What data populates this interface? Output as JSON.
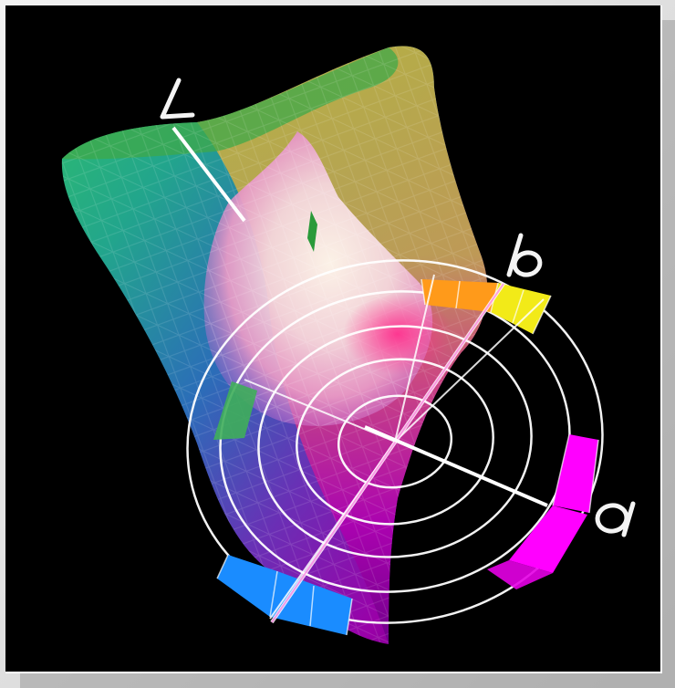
{
  "figure": {
    "axis_labels": {
      "l": "L",
      "a": "a",
      "b": "b"
    },
    "colors": {
      "background": "#000000",
      "frame": "#e6e6e6",
      "green": "#3fae5a",
      "yellow": "#f3ea18",
      "orange": "#ff9a1a",
      "magenta": "#ff00ff",
      "blue": "#1a8cff",
      "pink": "#ff4fa8",
      "grid": "#ffffff"
    }
  }
}
